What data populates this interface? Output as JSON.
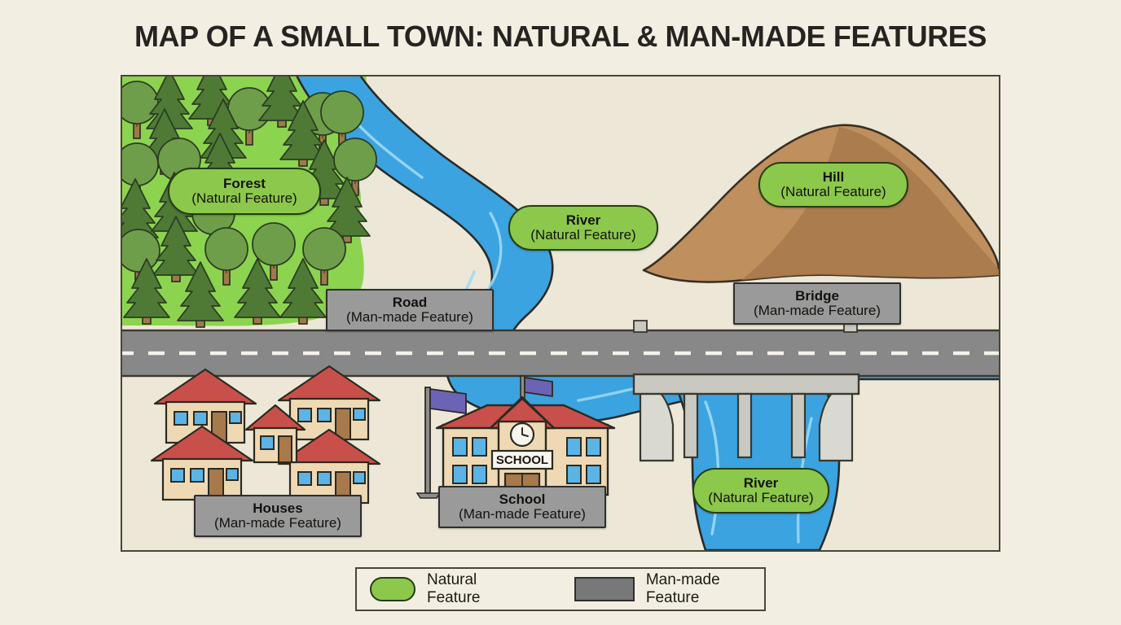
{
  "title": "MAP OF A SMALL TOWN: NATURAL & MAN-MADE FEATURES",
  "colors": {
    "page_background": "#f2efe2",
    "map_background": "#ece7d7",
    "frame_border": "#4a4535",
    "natural_fill": "#8cc84b",
    "natural_border": "#243d12",
    "manmade_fill": "#9a9a9a",
    "manmade_border": "#2e2e2e",
    "water": "#3ba3e0",
    "forest_ground": "#8cd44f",
    "tree_conifer": "#4e7a35",
    "tree_deciduous": "#6f9e4a",
    "hill": "#c08f5e",
    "hill_shadow": "#a97a4c",
    "road": "#888888",
    "roof": "#c9504a",
    "wall": "#efd9b4",
    "window": "#5bb4e5",
    "door": "#a8794a",
    "flag": "#6b63b5"
  },
  "map": {
    "features": [
      {
        "id": "forest",
        "title": "Forest",
        "subtitle": "(Natural Feature)",
        "kind": "natural"
      },
      {
        "id": "river1",
        "title": "River",
        "subtitle": "(Natural Feature)",
        "kind": "natural"
      },
      {
        "id": "hill",
        "title": "Hill",
        "subtitle": "(Natural Feature)",
        "kind": "natural"
      },
      {
        "id": "road",
        "title": "Road",
        "subtitle": "(Man-made Feature)",
        "kind": "manmade"
      },
      {
        "id": "bridge",
        "title": "Bridge",
        "subtitle": "(Man-made Feature)",
        "kind": "manmade"
      },
      {
        "id": "houses",
        "title": "Houses",
        "subtitle": "(Man-made Feature)",
        "kind": "manmade"
      },
      {
        "id": "school",
        "title": "School",
        "subtitle": "(Man-made Feature)",
        "kind": "manmade"
      },
      {
        "id": "river2",
        "title": "River",
        "subtitle": "(Natural Feature)",
        "kind": "natural"
      }
    ],
    "school_sign": "SCHOOL"
  },
  "legend": {
    "natural_label": "Natural Feature",
    "manmade_label": "Man-made Feature"
  }
}
